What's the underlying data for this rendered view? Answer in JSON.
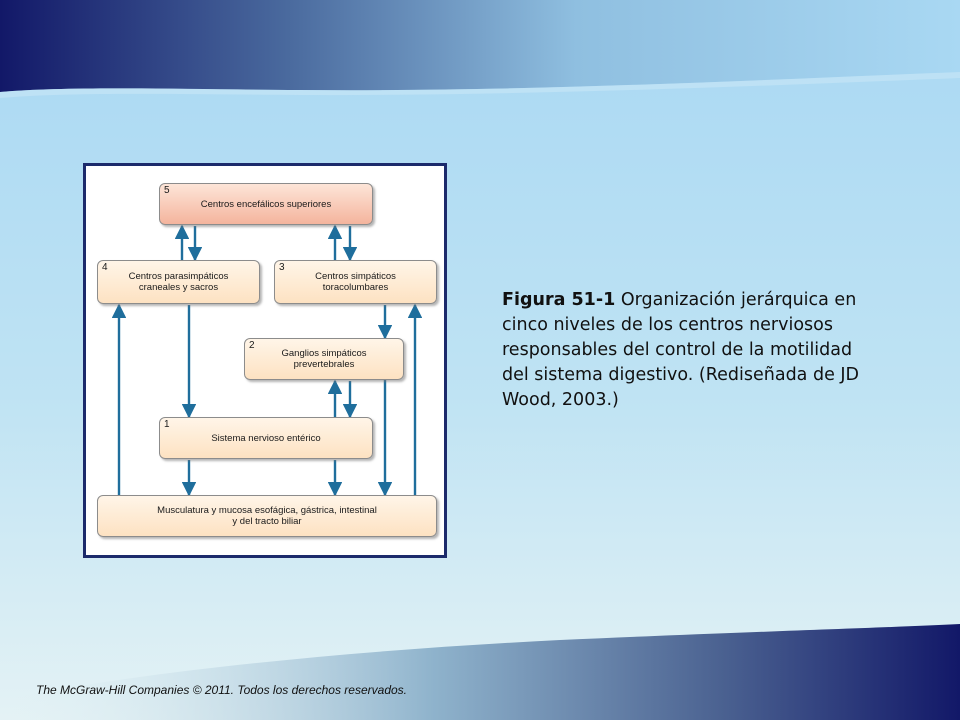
{
  "colors": {
    "frame_border": "#1c2a6b",
    "arrow": "#1f6e9c",
    "node_top": "#f6b8a2",
    "node_fill": "#fde9cd",
    "navy": "#121868"
  },
  "diagram": {
    "nodes": [
      {
        "id": "n5",
        "number": "5",
        "label": "Centros encefálicos superiores"
      },
      {
        "id": "n4",
        "number": "4",
        "label": "Centros parasimpáticos\ncraneales y sacros"
      },
      {
        "id": "n3",
        "number": "3",
        "label": "Centros simpáticos\ntoracolumbares"
      },
      {
        "id": "n2",
        "number": "2",
        "label": "Ganglios simpáticos\nprevertebrales"
      },
      {
        "id": "n1",
        "number": "1",
        "label": "Sistema nervioso entérico"
      },
      {
        "id": "n0",
        "number": "",
        "label": "Musculatura y mucosa esofágica, gástrica, intestinal\ny del tracto biliar"
      }
    ]
  },
  "caption": {
    "bold": "Figura 51-1",
    "text": " Organización jerárquica en cinco niveles de los centros nerviosos responsables del control de la motilidad del sistema digestivo. (Rediseñada de JD Wood, 2003.)"
  },
  "footer": {
    "text": "The McGraw-Hill Companies © 2011. Todos los derechos reservados."
  }
}
